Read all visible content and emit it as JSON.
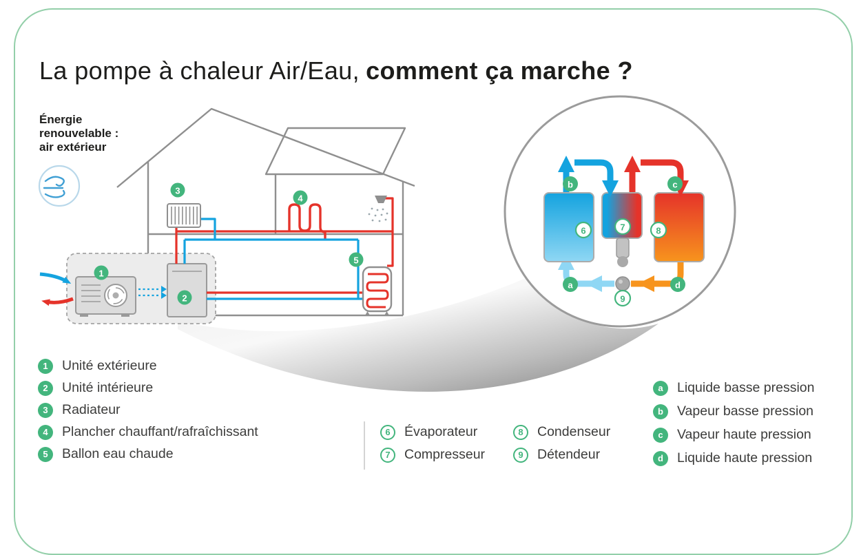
{
  "title": {
    "regular": "La pompe à chaleur Air/Eau,",
    "bold": "comment ça marche ?"
  },
  "energy": {
    "line1": "Énergie",
    "line2": "renouvelable :",
    "line3": "air extérieur"
  },
  "legend_house": {
    "items": [
      {
        "marker": "1",
        "label": "Unité extérieure"
      },
      {
        "marker": "2",
        "label": "Unité intérieure"
      },
      {
        "marker": "3",
        "label": "Radiateur"
      },
      {
        "marker": "4",
        "label": "Plancher chauffant/rafraîchissant"
      },
      {
        "marker": "5",
        "label": "Ballon eau chaude"
      }
    ]
  },
  "legend_cycle": {
    "col1": [
      {
        "marker": "6",
        "label": "Évaporateur"
      },
      {
        "marker": "7",
        "label": "Compresseur"
      }
    ],
    "col2": [
      {
        "marker": "8",
        "label": "Condenseur"
      },
      {
        "marker": "9",
        "label": "Détendeur"
      }
    ]
  },
  "legend_states": {
    "items": [
      {
        "marker": "a",
        "label": "Liquide basse pression"
      },
      {
        "marker": "b",
        "label": "Vapeur basse pression"
      },
      {
        "marker": "c",
        "label": "Vapeur haute pression"
      },
      {
        "marker": "d",
        "label": "Liquide haute pression"
      }
    ]
  },
  "colors": {
    "green": "#43b57d",
    "border_green": "#93cfa9",
    "blue": "#14a3df",
    "light_blue": "#8fd7f4",
    "red": "#e5332a",
    "orange": "#f7941d",
    "gray": "#8f8f8f"
  }
}
